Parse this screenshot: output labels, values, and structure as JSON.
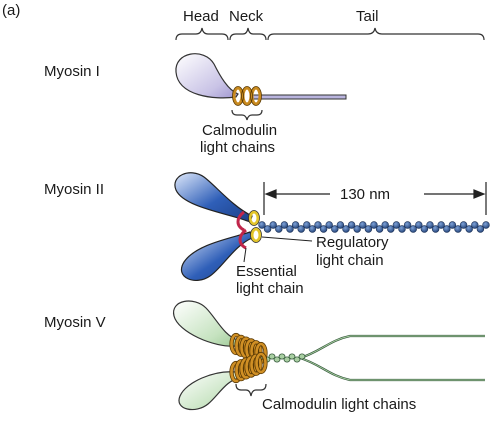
{
  "panel_label": "(a)",
  "regions": {
    "head": "Head",
    "neck": "Neck",
    "tail": "Tail"
  },
  "myosin1": {
    "name": "Myosin  I",
    "annotation_line1": "Calmodulin",
    "annotation_line2": "light chains"
  },
  "myosin2": {
    "name": "Myosin  II",
    "length": "130 nm",
    "regulatory_line1": "Regulatory",
    "regulatory_line2": "light chain",
    "essential_line1": "Essential",
    "essential_line2": "light chain"
  },
  "myosin5": {
    "name": "Myosin  V",
    "annotation": "Calmodulin light chains"
  },
  "colors": {
    "myosin1_head": "#c9c3e6",
    "myosin2_head": "#2f5fb8",
    "myosin5_head": "#c6e3c0",
    "calmodulin": "#c98a1e",
    "regulatory": "#e3c52b",
    "essential": "#c0264a",
    "coil": "#2b4f8a"
  }
}
